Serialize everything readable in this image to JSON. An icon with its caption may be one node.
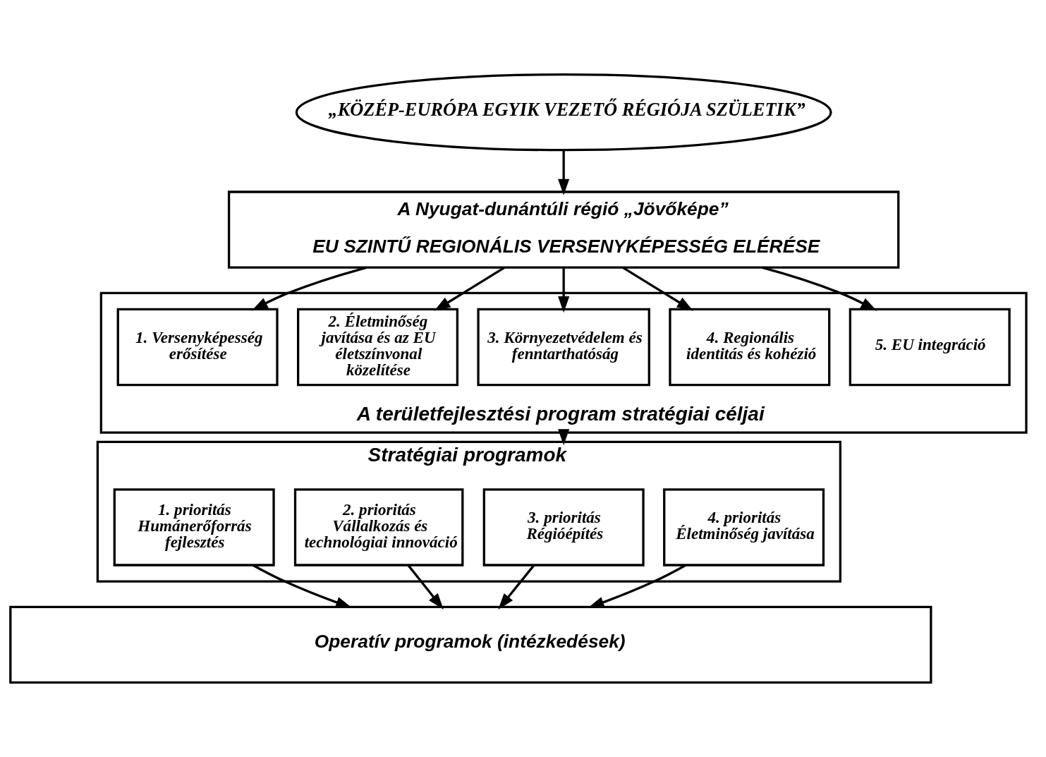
{
  "diagram": {
    "nodes": [
      {
        "text": [
          "„KÖZÉP-EURÓPA EGYIK VEZETŐ RÉGIÓJA SZÜLETIK”"
        ]
      },
      {
        "text": [
          "A Nyugat-dunántúli régió „Jövőképe”",
          "EU SZINTŰ REGIONÁLIS VERSENYKÉPESSÉG ELÉRÉSE"
        ]
      },
      {
        "text": [
          "A területfejlesztési program stratégiai céljai"
        ]
      },
      {
        "text": [
          "1. Versenyképesség erősítése"
        ],
        "in": 2
      },
      {
        "text": [
          "2. Életminőség javítása és az EU életszínvonal közelítése"
        ],
        "in": 2
      },
      {
        "text": [
          "3. Környezetvédelem és fenntarthatóság"
        ],
        "in": 2
      },
      {
        "text": [
          "4. Regionális identitás és kohézió"
        ],
        "in": 2
      },
      {
        "text": [
          "5. EU integráció"
        ],
        "in": 2
      },
      {
        "text": [
          "Stratégiai programok"
        ]
      },
      {
        "text": [
          "1. prioritás Humánerőforrás fejlesztés"
        ],
        "in": 8
      },
      {
        "text": [
          "2. prioritás Vállalkozás és technológiai innováció"
        ],
        "in": 8
      },
      {
        "text": [
          "3. prioritás Régióépítés"
        ],
        "in": 8
      },
      {
        "text": [
          "4. prioritás Életminőség javítása"
        ],
        "in": 8
      },
      {
        "text": [
          "Operatív programok (intézkedések)"
        ]
      }
    ],
    "edges": [
      {
        "from": 0,
        "to": 1,
        "arrow": "to"
      },
      {
        "from": 1,
        "to": 3,
        "arrow": "to"
      },
      {
        "from": 1,
        "to": 4,
        "arrow": "to"
      },
      {
        "from": 1,
        "to": 5,
        "arrow": "to"
      },
      {
        "from": 1,
        "to": 6,
        "arrow": "to"
      },
      {
        "from": 1,
        "to": 7,
        "arrow": "to"
      },
      {
        "from": 2,
        "to": 8,
        "arrow": "to"
      },
      {
        "from": 9,
        "to": 13,
        "arrow": "to"
      },
      {
        "from": 10,
        "to": 13,
        "arrow": "to"
      },
      {
        "from": 11,
        "to": 13,
        "arrow": "to"
      },
      {
        "from": 12,
        "to": 13,
        "arrow": "to"
      }
    ]
  }
}
